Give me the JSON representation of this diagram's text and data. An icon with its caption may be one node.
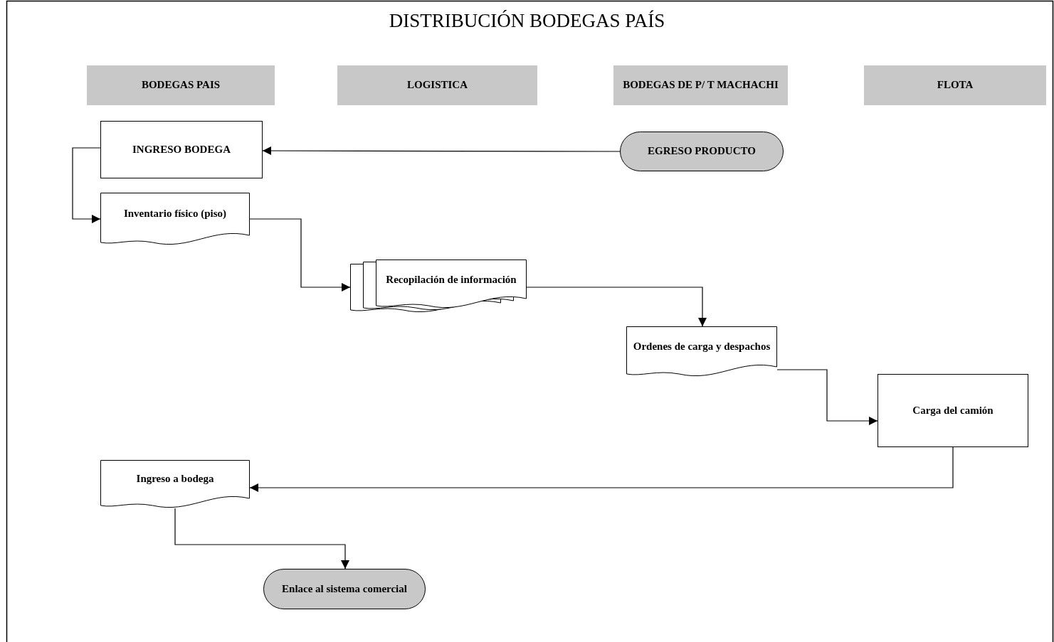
{
  "diagram": {
    "title": "DISTRIBUCIÓN BODEGAS PAÍS",
    "nodes": [
      {
        "text": [
          "BODEGAS PAIS"
        ]
      },
      {
        "text": [
          "LOGISTICA"
        ]
      },
      {
        "text": [
          "BODEGAS DE P/ T MACHACHI"
        ]
      },
      {
        "text": [
          "FLOTA"
        ]
      },
      {
        "text": [
          "INGRESO BODEGA"
        ]
      },
      {
        "text": [
          "EGRESO PRODUCTO"
        ]
      },
      {
        "text": [
          "Inventario físico (piso)"
        ]
      },
      {
        "text": [
          "Recopilación de información"
        ]
      },
      {
        "text": [
          "Ordenes de carga y despachos"
        ]
      },
      {
        "text": [
          "Carga del camión"
        ]
      },
      {
        "text": [
          "Ingreso a bodega"
        ]
      },
      {
        "text": [
          "Enlace al sistema comercial"
        ]
      }
    ],
    "edges": [
      {
        "from": 5,
        "to": 4,
        "arrow": "to"
      },
      {
        "from": 4,
        "to": 6,
        "arrow": "to"
      },
      {
        "from": 6,
        "to": 7,
        "arrow": "to"
      },
      {
        "from": 7,
        "to": 8,
        "arrow": "to"
      },
      {
        "from": 8,
        "to": 9,
        "arrow": "to"
      },
      {
        "from": 9,
        "to": 10,
        "arrow": "to"
      },
      {
        "from": 10,
        "to": 11,
        "arrow": "to"
      }
    ]
  }
}
